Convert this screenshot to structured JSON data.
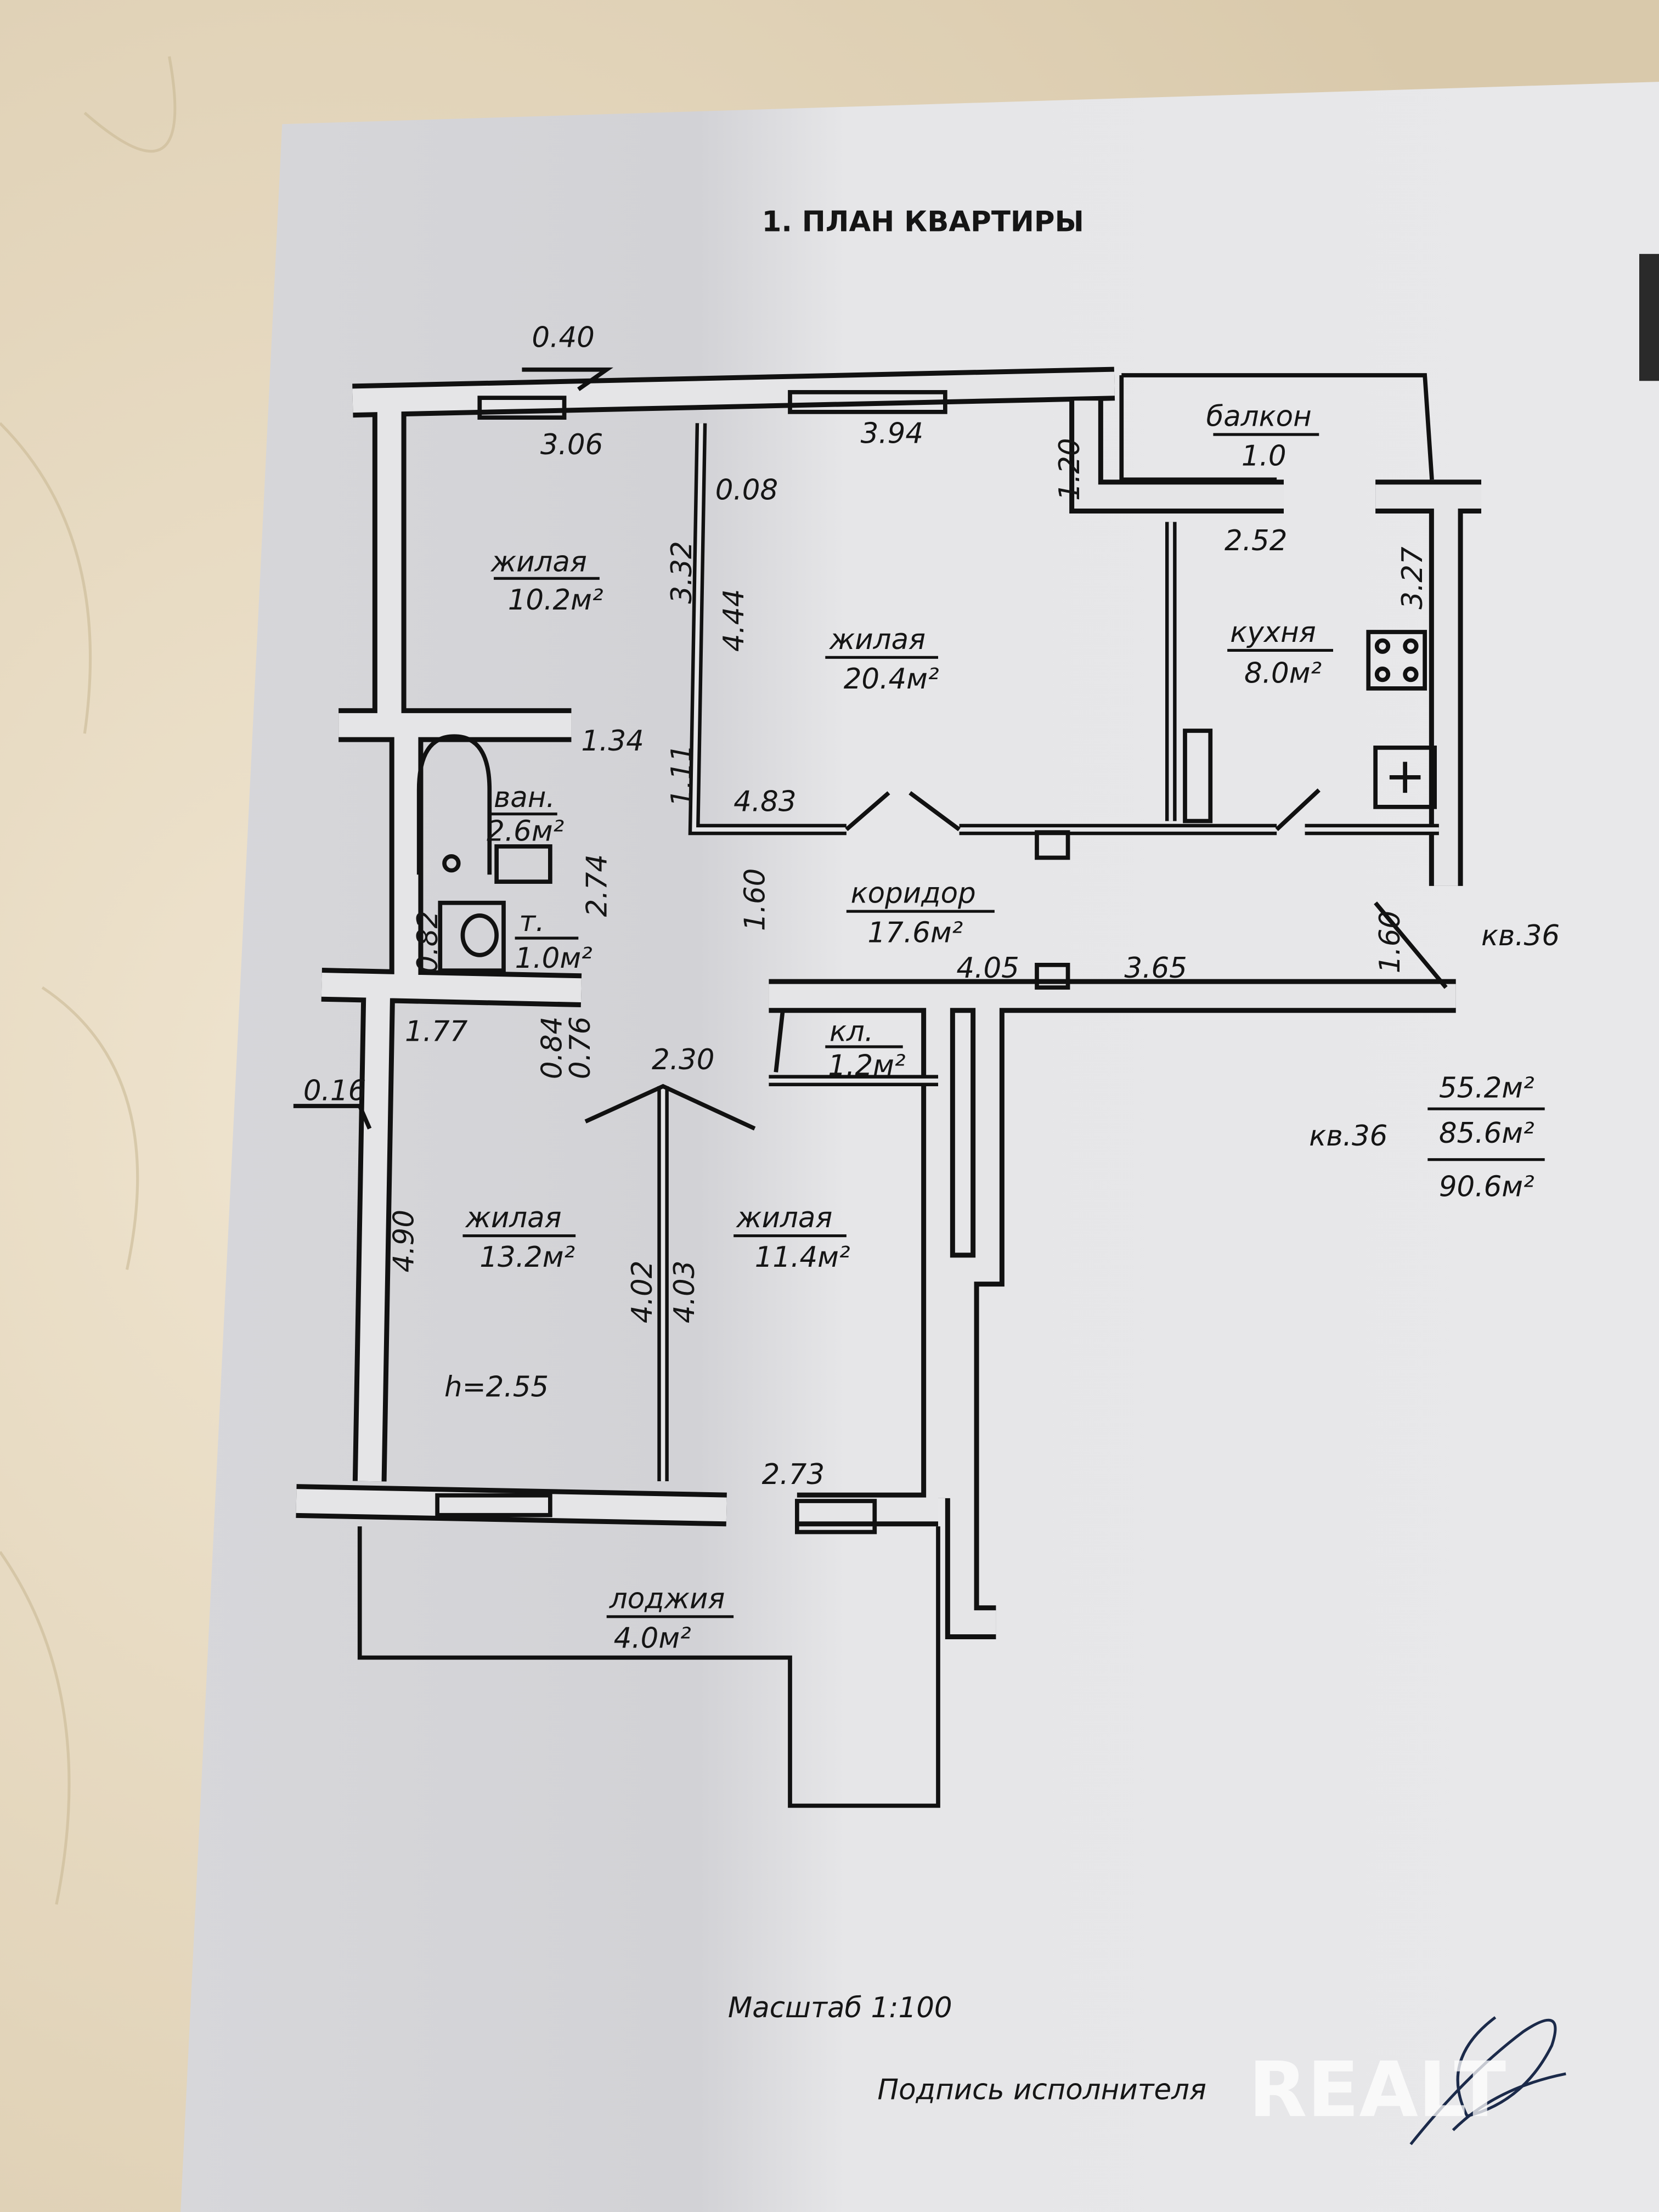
{
  "title": "1. ПЛАН КВАРТИРЫ",
  "rooms": {
    "living1": {
      "label": "жилая",
      "area": "10.2м²"
    },
    "living2": {
      "label": "жилая",
      "area": "20.4м²"
    },
    "kitchen": {
      "label": "кухня",
      "area": "8.0м²"
    },
    "balcony": {
      "label": "балкон",
      "area": "1.0"
    },
    "bath": {
      "label": "ван.",
      "area": "2.6м²"
    },
    "toilet": {
      "label": "т.",
      "area": "1.0м²"
    },
    "corridor": {
      "label": "коридор",
      "area": "17.6м²"
    },
    "closet": {
      "label": "кл.",
      "area": "1.2м²"
    },
    "living3": {
      "label": "жилая",
      "area": "13.2м²"
    },
    "living4": {
      "label": "жилая",
      "area": "11.4м²"
    },
    "loggia": {
      "label": "лоджия",
      "area": "4.0м²"
    }
  },
  "dims": {
    "d040": "0.40",
    "d306": "3.06",
    "d394": "3.94",
    "d120": "1.20",
    "d008": "0.08",
    "d332": "3.32",
    "d444": "4.44",
    "d252": "2.52",
    "d327": "3.27",
    "d134": "1.34",
    "d111": "1.11",
    "d483": "4.83",
    "d160a": "1.60",
    "d274": "2.74",
    "d082": "0.82",
    "d405": "4.05",
    "d365": "3.65",
    "d160b": "1.60",
    "d177": "1.77",
    "d084": "0.84",
    "d076": "0.76",
    "d230": "2.30",
    "d016": "0.16",
    "d490": "4.90",
    "d402": "4.02",
    "d403": "4.03",
    "h": "h=2.55",
    "d273": "2.73"
  },
  "apartment": {
    "label_top": "кв.36",
    "label": "кв.36",
    "living_area": "55.2м²",
    "total_area": "85.6м²",
    "total_with_balconies": "90.6м²"
  },
  "scale": "Масштаб 1:100",
  "signature_label": "Подпись исполнителя",
  "watermark": "REALT",
  "colors": {
    "paper": "#e5e5e7",
    "ink": "#111111",
    "background": "#e6dac3"
  }
}
